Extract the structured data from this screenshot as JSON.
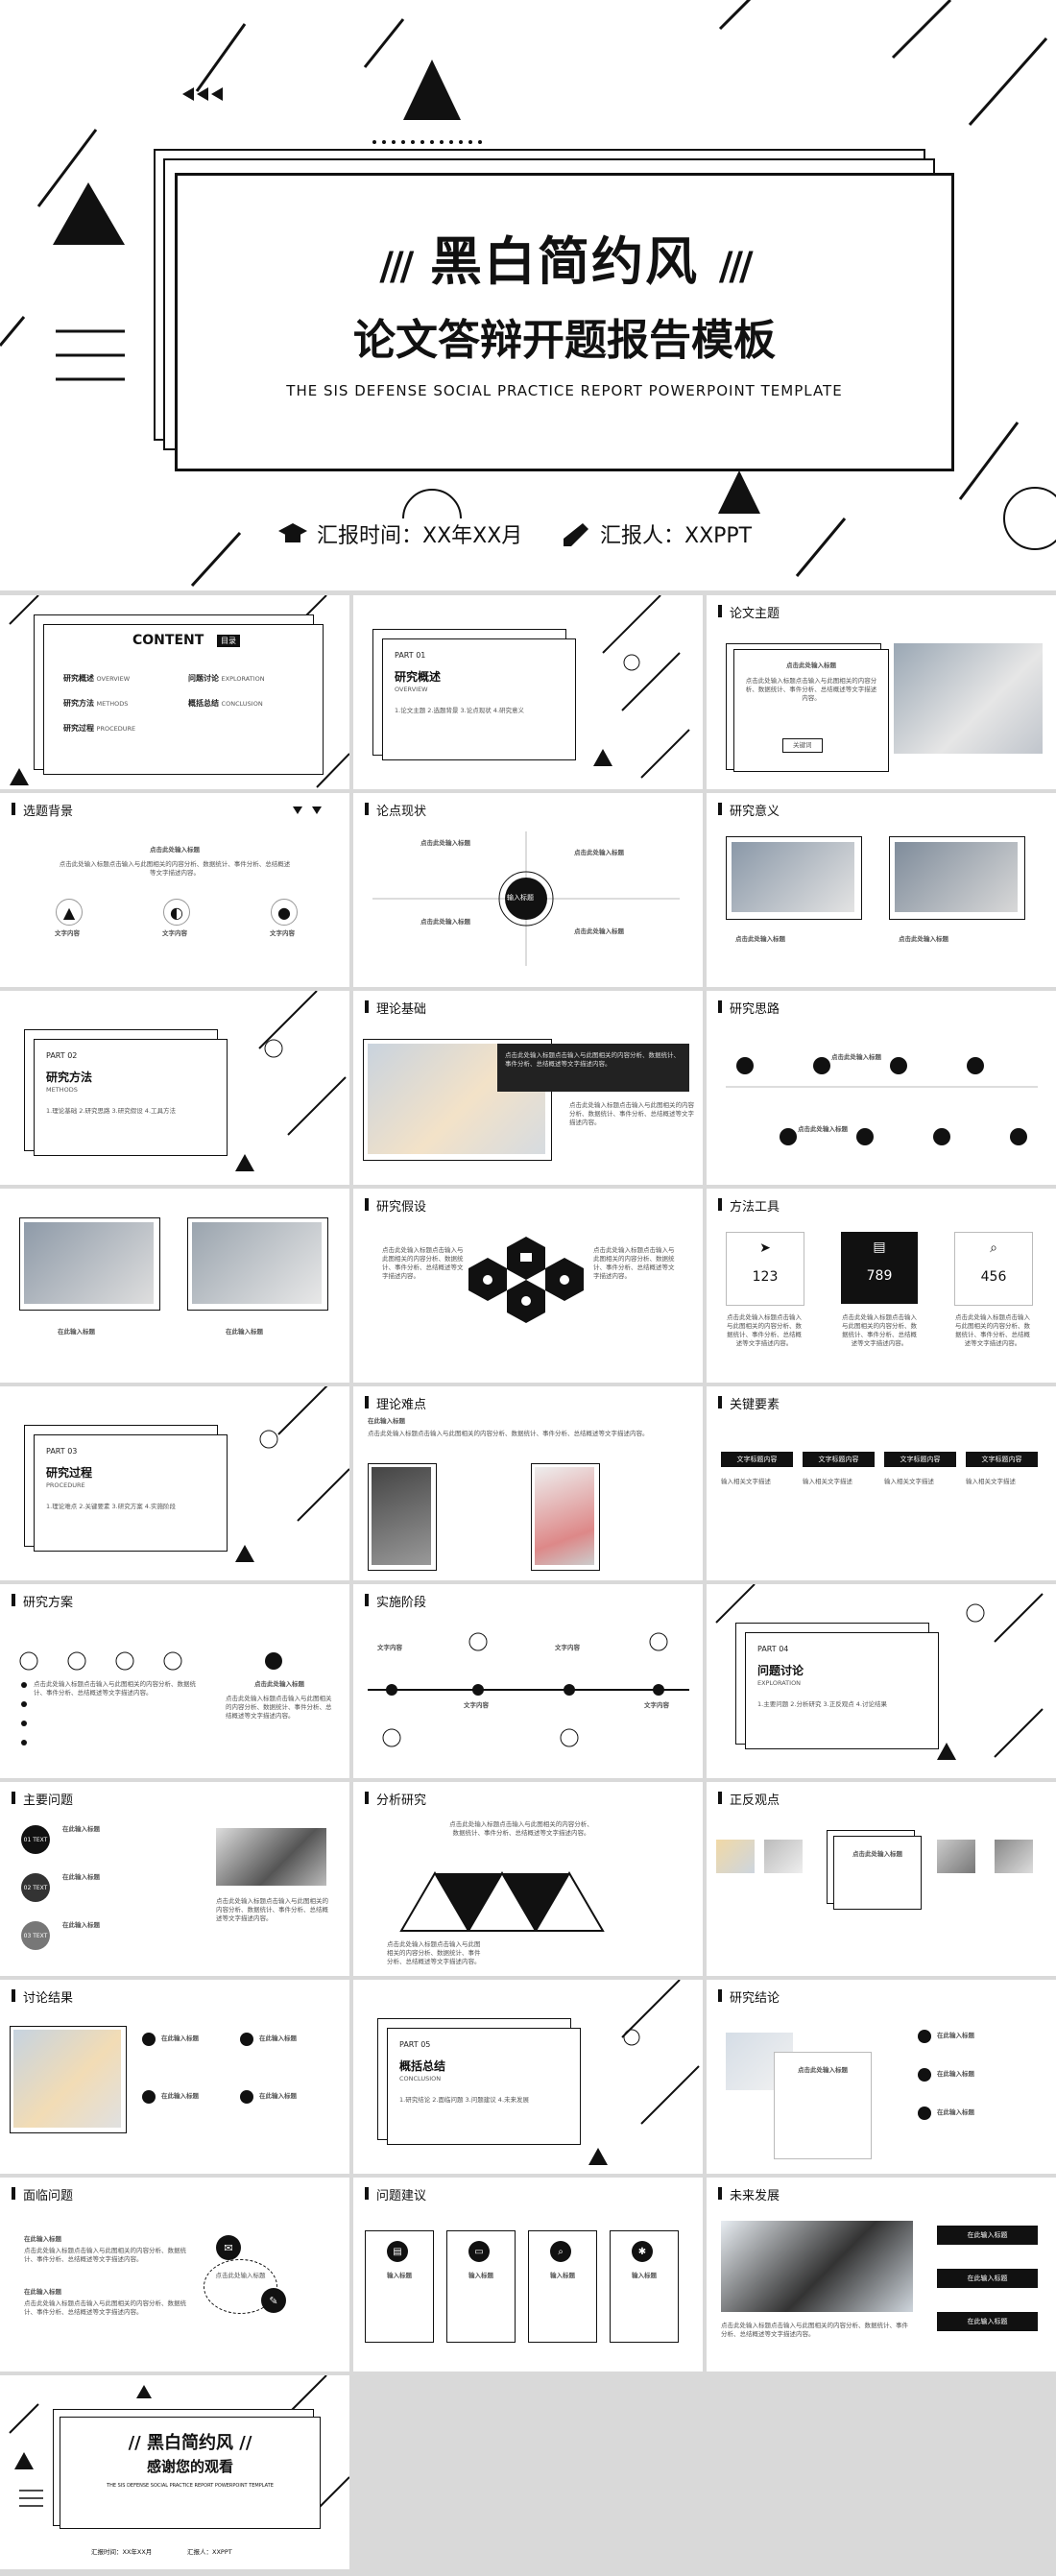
{
  "cover": {
    "main_title": "黑白简约风",
    "subtitle": "论文答辩开题报告模板",
    "english": "THE SIS DEFENSE SOCIAL PRACTICE REPORT POWERPOINT TEMPLATE",
    "time_label": "汇报时间：XX年XX月",
    "reporter_label": "汇报人：XXPPT"
  },
  "contents": {
    "title": "CONTENT",
    "badge": "目录",
    "items": [
      {
        "cn": "研究概述",
        "en": "OVERVIEW"
      },
      {
        "cn": "问题讨论",
        "en": "EXPLORATION"
      },
      {
        "cn": "研究方法",
        "en": "METHODS"
      },
      {
        "cn": "概括总结",
        "en": "CONCLUSION"
      },
      {
        "cn": "研究过程",
        "en": "PROCEDURE"
      }
    ]
  },
  "parts": [
    {
      "num": "PART 01",
      "title": "研究概述",
      "en": "OVERVIEW",
      "subs": "1.论文主题   2.选题背景   3.论点现状   4.研究意义"
    },
    {
      "num": "PART 02",
      "title": "研究方法",
      "en": "METHODS",
      "subs": "1.理论基础   2.研究思路   3.研究假设   4.工具方法"
    },
    {
      "num": "PART 03",
      "title": "研究过程",
      "en": "PROCEDURE",
      "subs": "1.理论难点   2.关键要素   3.研究方案   4.实施阶段"
    },
    {
      "num": "PART 04",
      "title": "问题讨论",
      "en": "EXPLORATION",
      "subs": "1.主要问题   2.分析研究   3.正反观点   4.讨论结果"
    },
    {
      "num": "PART 05",
      "title": "概括总结",
      "en": "CONCLUSION",
      "subs": "1.研究结论   2.面临问题   3.问题建议   4.未来发展"
    }
  ],
  "slides": {
    "lunwen_zhuti": "论文主题",
    "xuanti_beijing": "选题背景",
    "lundian_xianzhuang": "论点现状",
    "yanjiu_yiyi": "研究意义",
    "lilun_jichu": "理论基础",
    "yanjiu_silu": "研究思路",
    "yanjiu_jiashe": "研究假设",
    "fangfa_gongju": "方法工具",
    "lilun_nandian": "理论难点",
    "guanjian_yaosu": "关键要素",
    "yanjiu_fangan": "研究方案",
    "shishi_jieduan": "实施阶段",
    "zhuyao_wenti": "主要问题",
    "fenxi_yanjiu": "分析研究",
    "zhengfan_guandian": "正反观点",
    "taolun_jieguo": "讨论结果",
    "yanjiu_jielun": "研究结论",
    "mianlin_wenti": "面临问题",
    "wenti_jianyi": "问题建议",
    "weilai_fazhan": "未来发展"
  },
  "common": {
    "input_title": "点击此处输入标题",
    "input_title_short": "在此输入标题",
    "input_text": "点击此处输入标题点击输入与此图相关的内容分析、数据统计、事件分析、总结概述等文字描述内容。",
    "keyword": "关键词",
    "text_content": "文字内容",
    "input_info": "输入相关文字描述",
    "text_title": "文字标题内容",
    "input_label": "输入标题",
    "slide_title_ph": "点击此处输入标题"
  },
  "tools": {
    "values": [
      "123",
      "789",
      "456"
    ]
  },
  "problem_badges": [
    "01 TEXT",
    "02 TEXT",
    "03 TEXT"
  ],
  "end": {
    "main_title": "黑白简约风",
    "thanks": "感谢您的观看",
    "english": "THE SIS DEFENSE SOCIAL PRACTICE REPORT POWERPOINT TEMPLATE",
    "time_label": "汇报时间：XX年XX月",
    "reporter_label": "汇报人：XXPPT"
  }
}
